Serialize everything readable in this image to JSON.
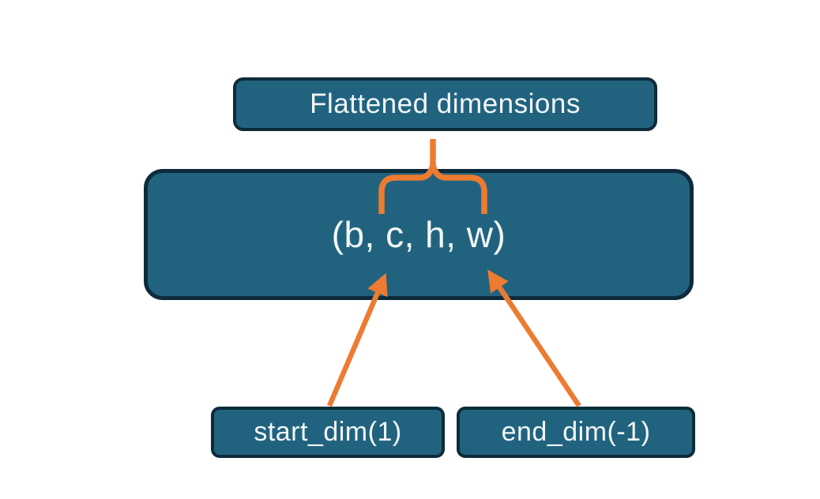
{
  "diagram": {
    "title_box": {
      "label": "Flattened dimensions"
    },
    "main_box": {
      "label": "(b, c, h, w)"
    },
    "param_boxes": [
      {
        "label": "start_dim(1)"
      },
      {
        "label": "end_dim(-1)"
      }
    ],
    "connectors": {
      "brace": "curly-brace spanning c and h inside main box, stem up to title box",
      "arrows": [
        "from start_dim(1) box up to letter c",
        "from end_dim(-1) box up to letter w"
      ]
    },
    "colors": {
      "box_fill": "#21637F",
      "box_border": "#0D2B3A",
      "accent_orange": "#ED7B31",
      "text": "#F2F6F8",
      "background": "#FFFFFF"
    }
  }
}
